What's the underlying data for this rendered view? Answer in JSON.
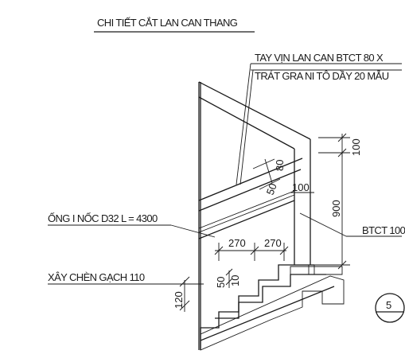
{
  "title": "CHI TIẾT CẮT LAN CAN THANG",
  "labels": {
    "handrail_line1": "TAY VỊN LAN CAN BTCT 80 X",
    "handrail_line2": "TRÁT GRA NI TÔ DẦY 20 MẪU",
    "pipe": "ỐNG I NỐC D32 L = 4300",
    "brick": "XÂY CHÈN GẠCH 110",
    "concrete": "BTCT 100"
  },
  "dimensions": {
    "d100_top": "100",
    "d80": "80",
    "d100_mid": "100",
    "d900": "900",
    "d270_a": "270",
    "d270_b": "270",
    "d50": "50",
    "d120": "120"
  },
  "detail_marker": "5"
}
